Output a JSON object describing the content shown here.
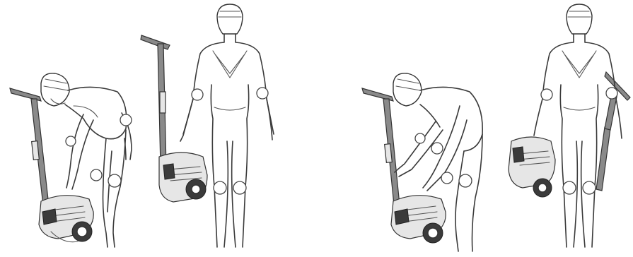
{
  "illustration": {
    "panels": [
      {
        "id": "lift-stand",
        "scenes": [
          "bend-grip-scooter",
          "stand-upright-beside-scooter"
        ]
      },
      {
        "id": "lift-carry",
        "scenes": [
          "bend-two-hand-lift",
          "carry-scooter-stem-folded"
        ]
      }
    ],
    "colors": {
      "line": "#3a3a3a",
      "paper": "#ffffff",
      "shell": "#e6e6e6",
      "wheel": "#3b3b3b",
      "stem": "#8a8a8a"
    }
  }
}
